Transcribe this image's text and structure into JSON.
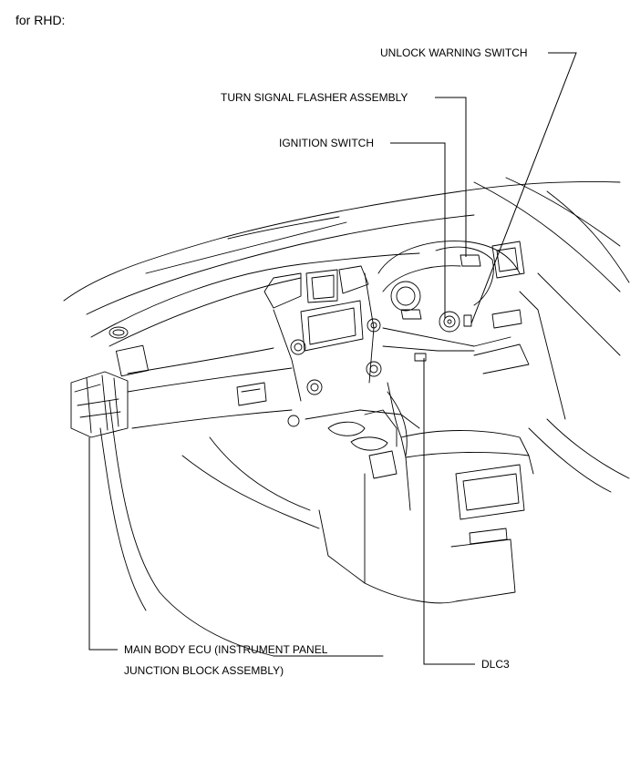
{
  "header": {
    "text": "for RHD:"
  },
  "labels": {
    "unlock_warning_switch": "UNLOCK WARNING SWITCH",
    "turn_signal_flasher": "TURN SIGNAL FLASHER ASSEMBLY",
    "ignition_switch": "IGNITION SWITCH",
    "main_body_ecu_line1": "MAIN BODY ECU (INSTRUMENT PANEL",
    "main_body_ecu_line2": "JUNCTION BLOCK ASSEMBLY)",
    "dlc3": "DLC3"
  }
}
